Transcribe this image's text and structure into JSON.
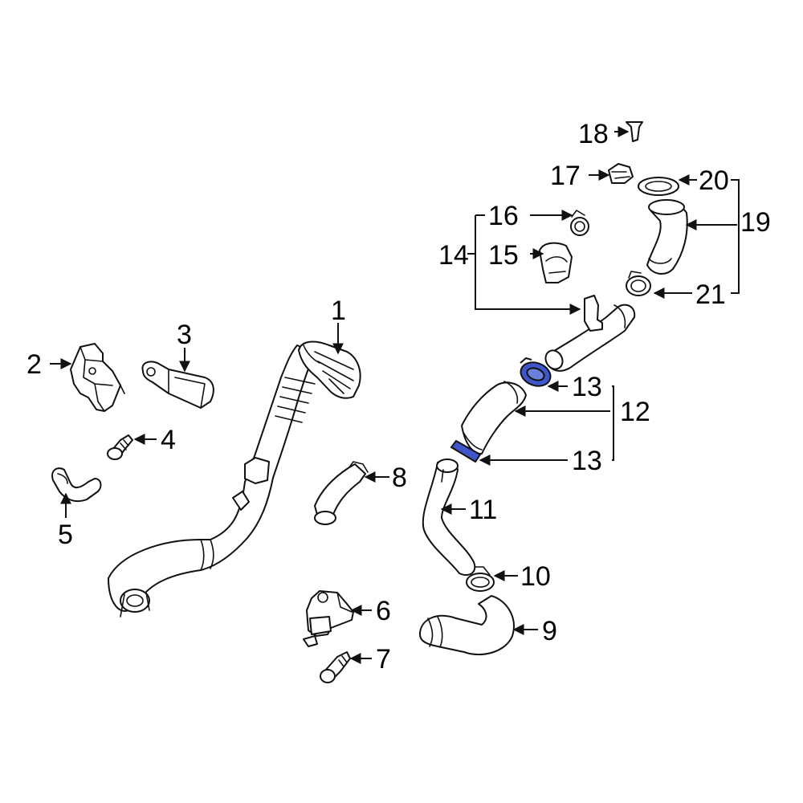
{
  "colors": {
    "highlight": "#3f56c8",
    "line": "#111111",
    "background": "#ffffff"
  },
  "callouts": {
    "c1": "1",
    "c2": "2",
    "c3": "3",
    "c4": "4",
    "c5": "5",
    "c6": "6",
    "c7": "7",
    "c8": "8",
    "c9": "9",
    "c10": "10",
    "c11": "11",
    "c12": "12",
    "c13a": "13",
    "c13b": "13",
    "c14": "14",
    "c15": "15",
    "c16": "16",
    "c17": "17",
    "c18": "18",
    "c19": "19",
    "c20": "20",
    "c21": "21"
  },
  "highlighted_parts": [
    "13"
  ]
}
